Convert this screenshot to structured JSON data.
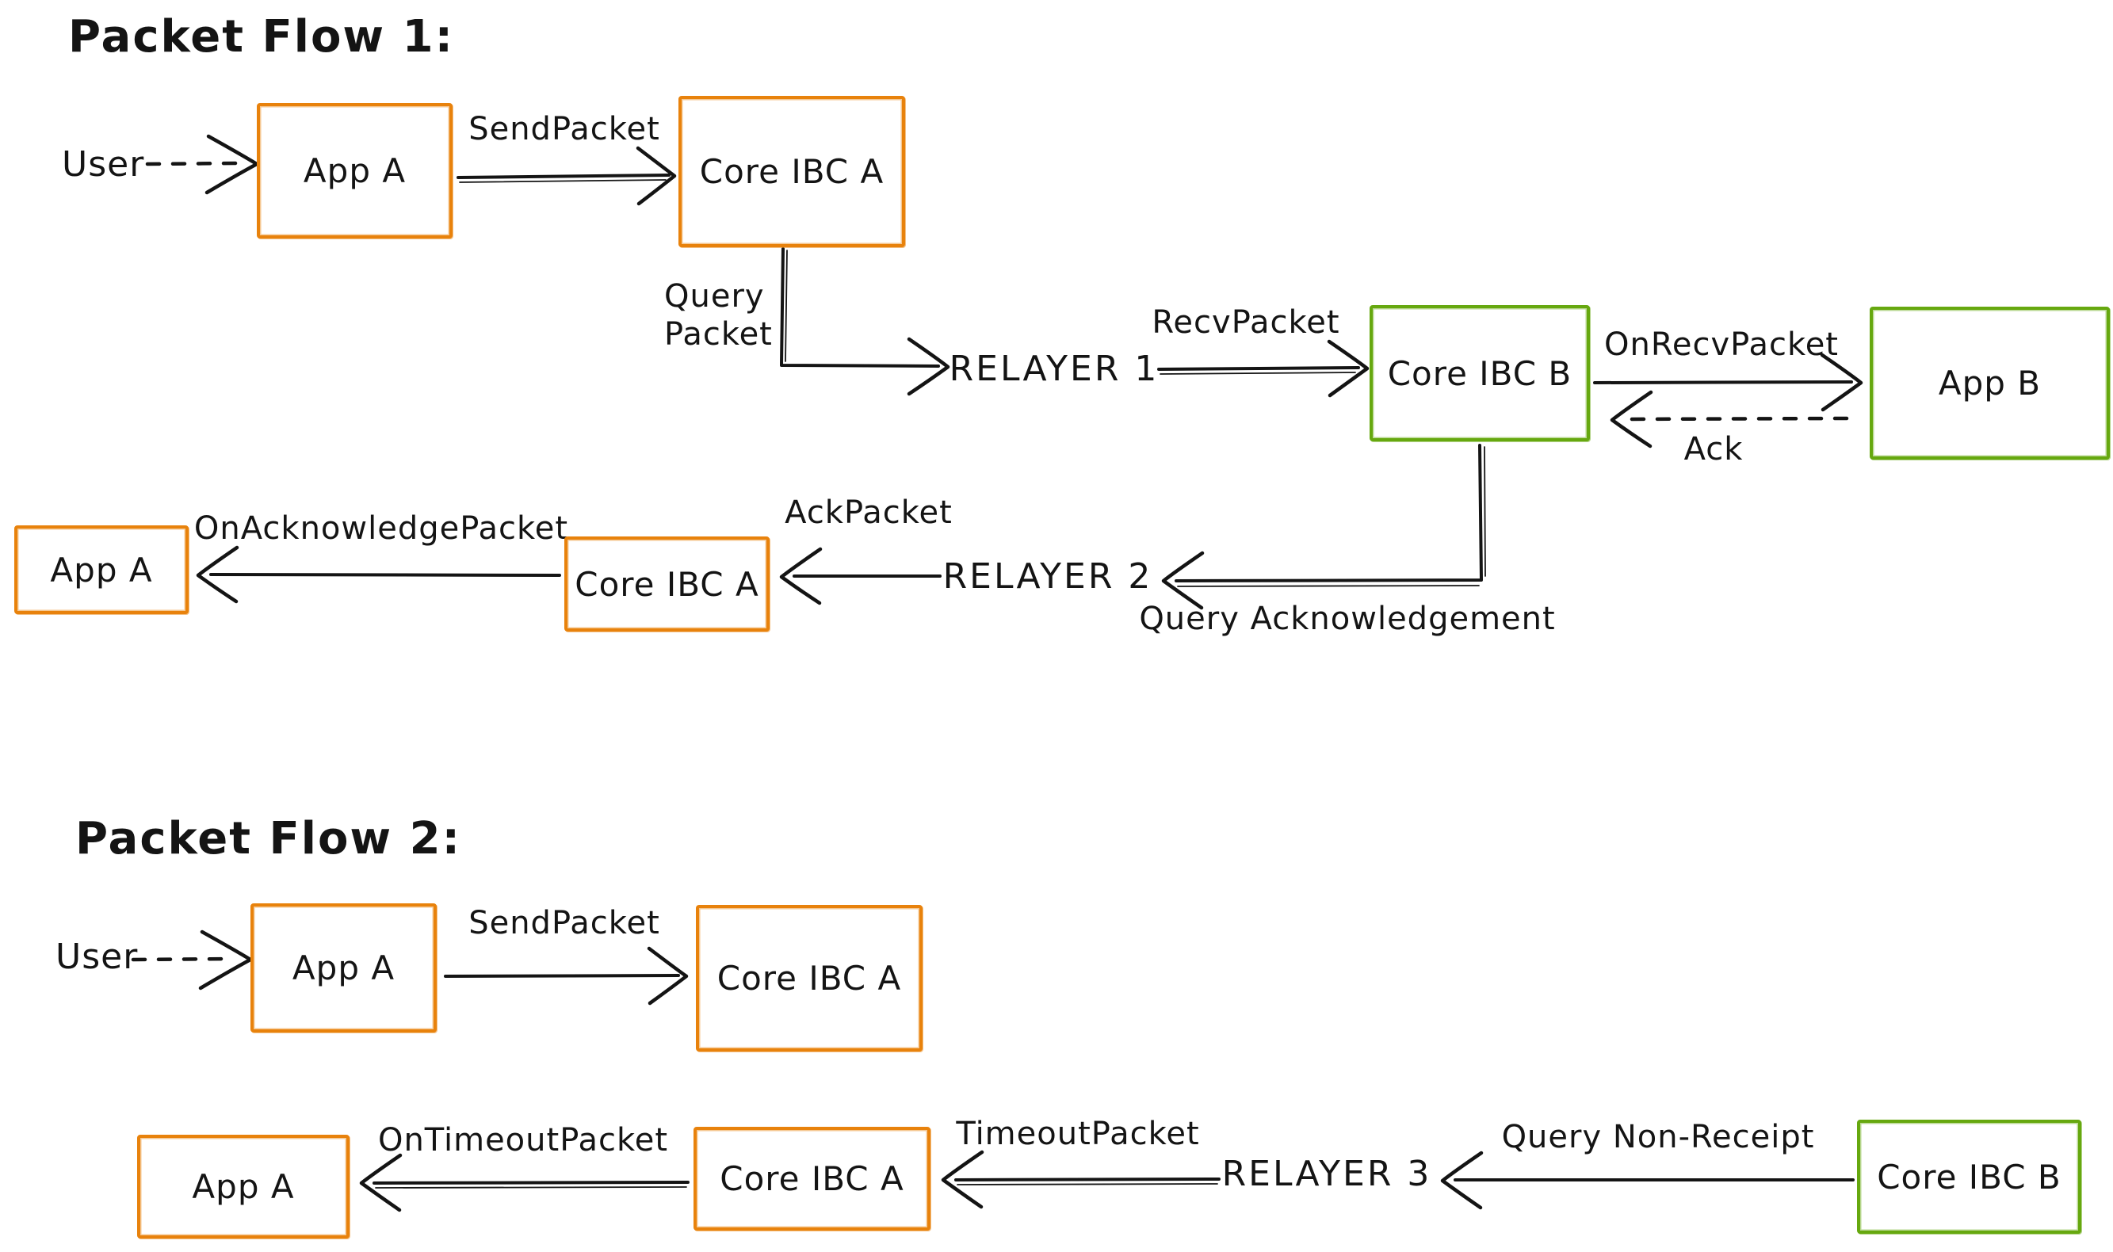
{
  "colors": {
    "box_orange": "#e8820c",
    "box_green": "#66a80f",
    "ink": "#141414",
    "background": "#ffffff"
  },
  "flow1": {
    "title": "Packet Flow 1:",
    "user_label": "User",
    "nodes": {
      "app_a_top": "App A",
      "core_ibc_a_top": "Core IBC A",
      "core_ibc_b": "Core IBC B",
      "app_b": "App B",
      "app_a_bottom": "App A",
      "core_ibc_a_bottom": "Core IBC A"
    },
    "relayers": {
      "relayer1": "RELAYER 1",
      "relayer2": "RELAYER 2"
    },
    "labels": {
      "send_packet": "SendPacket",
      "query_packet": "Query\nPacket",
      "recv_packet": "RecvPacket",
      "on_recv_packet": "OnRecvPacket",
      "ack": "Ack",
      "ack_packet": "AckPacket",
      "on_acknowledge_packet": "OnAcknowledgePacket",
      "query_acknowledgement": "Query Acknowledgement"
    }
  },
  "flow2": {
    "title": "Packet Flow 2:",
    "user_label": "User",
    "nodes": {
      "app_a_top": "App A",
      "core_ibc_a_top": "Core IBC A",
      "app_a_bottom": "App A",
      "core_ibc_a_bottom": "Core IBC A",
      "core_ibc_b": "Core IBC B"
    },
    "relayers": {
      "relayer3": "RELAYER 3"
    },
    "labels": {
      "send_packet": "SendPacket",
      "on_timeout_packet": "OnTimeoutPacket",
      "timeout_packet": "TimeoutPacket",
      "query_non_receipt": "Query Non-Receipt"
    }
  }
}
